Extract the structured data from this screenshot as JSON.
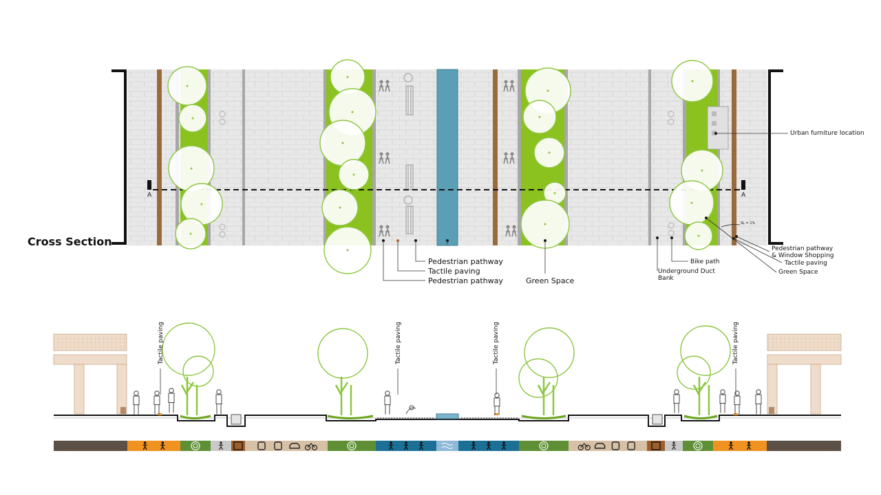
{
  "title": "Cross Section",
  "section_marker": "A",
  "plan_labels": {
    "urban_furniture": "Urban furniture location",
    "ped_window_1": "Pedestrian pathway",
    "ped_window_2": "& Window Shopping",
    "tactile_right": "Tactile paving",
    "green_right": "Green Space",
    "bike_path": "Bike path",
    "duct_1": "Underground Duct",
    "duct_2": "Bank",
    "ped_pathway_a": "Pedestrian pathway",
    "tactile_center": "Tactile paving",
    "ped_pathway_b": "Pedestrian pathway",
    "green_center": "Green Space",
    "slope_note": "SL = 1%"
  },
  "section_labels": [
    "Tactile paving",
    "Tactile paving",
    "Tactile paving",
    "Tactile paving"
  ],
  "colors": {
    "paving": "#e8e8e8",
    "paving_line": "#cfcfcf",
    "green": "#8cc21f",
    "water": "#5a9fb5",
    "wood": "#9b6a3c",
    "curb": "#a7a7a7",
    "tree": "#8cc63f",
    "building": "#e9d2bd",
    "bar_dark": "#5b4f46",
    "bar_orange": "#f0921f",
    "bar_green": "#5e8f35",
    "bar_gray": "#c9c9c9",
    "bar_brown": "#9b5f2e",
    "bar_tan": "#d6c1a6",
    "bar_blue": "#1c6f95",
    "bar_lightblue": "#8fb9d8"
  },
  "legend_segments": [
    {
      "color": "bar_dark",
      "icons": []
    },
    {
      "color": "bar_orange",
      "icons": [
        "walkers-icon",
        "wheelchair-icon"
      ]
    },
    {
      "color": "bar_green",
      "icons": [
        "tree-icon"
      ]
    },
    {
      "color": "bar_gray",
      "icons": [
        "pedestrian-icon"
      ]
    },
    {
      "color": "bar_brown",
      "icons": [
        "duct-icon"
      ]
    },
    {
      "color": "bar_tan",
      "icons": [
        "tram-icon",
        "bus-icon",
        "car-icon",
        "bicycle-icon"
      ]
    },
    {
      "color": "bar_green",
      "icons": [
        "tree-icon"
      ]
    },
    {
      "color": "bar_blue",
      "icons": [
        "walkers-icon",
        "pedestrian-icon",
        "wheelchair-icon"
      ]
    },
    {
      "color": "bar_lightblue",
      "icons": [
        "water-icon"
      ]
    },
    {
      "color": "bar_blue",
      "icons": [
        "wheelchair-icon",
        "pedestrian-icon",
        "walkers-icon"
      ]
    },
    {
      "color": "bar_green",
      "icons": [
        "tree-icon"
      ]
    },
    {
      "color": "bar_tan",
      "icons": [
        "bicycle-icon",
        "car-icon",
        "bus-icon",
        "tram-icon"
      ]
    },
    {
      "color": "bar_brown",
      "icons": [
        "duct-icon"
      ]
    },
    {
      "color": "bar_gray",
      "icons": [
        "pedestrian-icon"
      ]
    },
    {
      "color": "bar_green",
      "icons": [
        "tree-icon"
      ]
    },
    {
      "color": "bar_orange",
      "icons": [
        "wheelchair-icon",
        "walkers-icon"
      ]
    },
    {
      "color": "bar_dark",
      "icons": []
    }
  ]
}
